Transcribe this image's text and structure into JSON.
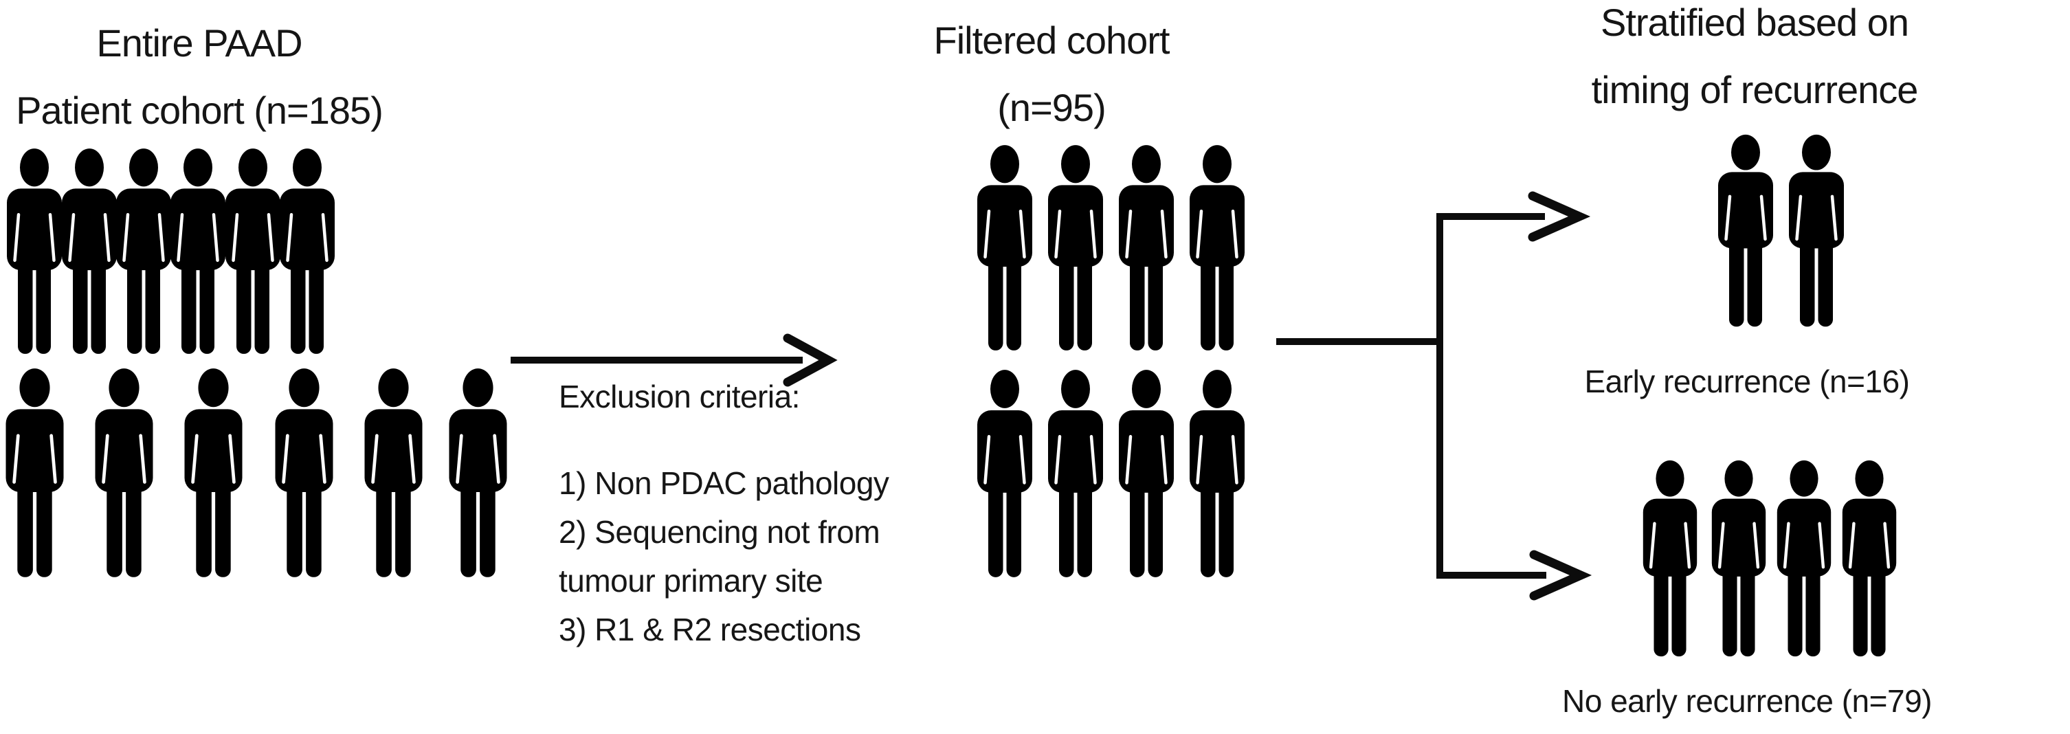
{
  "figure": {
    "background_color": "#ffffff",
    "ink_color": "#000000"
  },
  "stage1": {
    "title_line1": "Entire PAAD",
    "title_line2": "Patient cohort (n=185)",
    "pictogram_rows": [
      6,
      6
    ]
  },
  "transition1": {
    "label": "Exclusion criteria:",
    "items": [
      "1) Non PDAC pathology",
      "2) Sequencing not from tumour primary site",
      "3) R1 & R2 resections"
    ]
  },
  "stage2": {
    "title_line1": "Filtered cohort",
    "title_line2": "(n=95)",
    "pictogram_rows": [
      4,
      4
    ]
  },
  "stage3": {
    "title_line1": "Stratified based on",
    "title_line2": "timing of recurrence",
    "branches": [
      {
        "label": "Early recurrence (n=16)",
        "pictogram_rows": [
          2
        ]
      },
      {
        "label": "No early recurrence (n=79)",
        "pictogram_rows": [
          4
        ]
      }
    ]
  }
}
